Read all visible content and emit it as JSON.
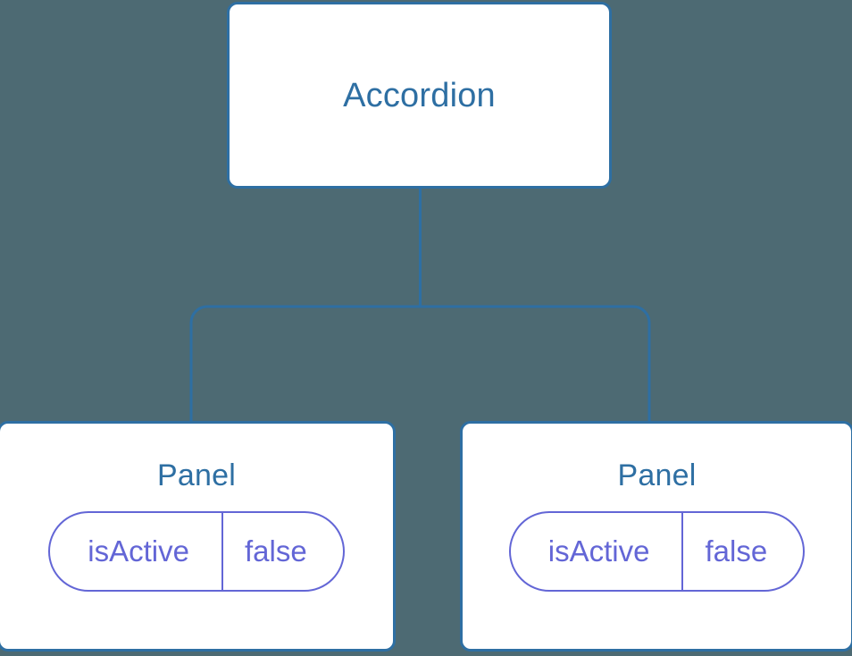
{
  "diagram": {
    "type": "component-tree",
    "background_color": "#4d6a73",
    "node_border_color": "#2e6fa3",
    "node_text_color": "#2e6fa3",
    "node_fill_color": "#ffffff",
    "prop_accent_color": "#6366d6",
    "connector_color": "#2e6fa3"
  },
  "root": {
    "title": "Accordion"
  },
  "children": [
    {
      "title": "Panel",
      "prop": {
        "key": "isActive",
        "value": "false"
      }
    },
    {
      "title": "Panel",
      "prop": {
        "key": "isActive",
        "value": "false"
      }
    }
  ]
}
